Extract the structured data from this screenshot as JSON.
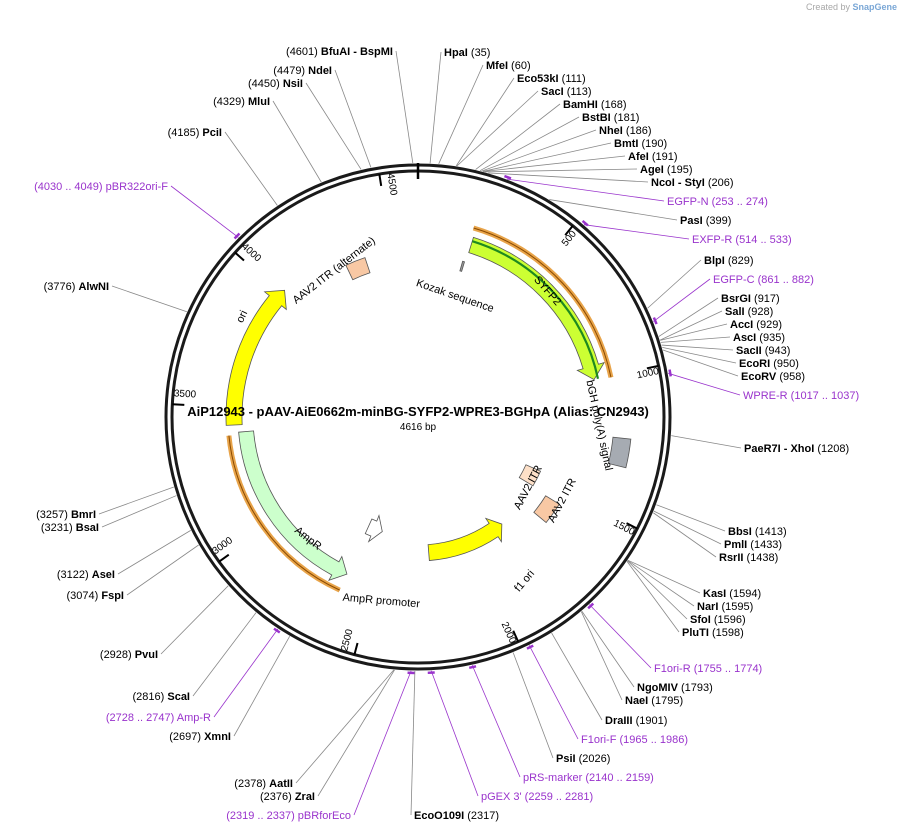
{
  "credit": {
    "prefix": "Created by",
    "brand": "SnapGene"
  },
  "plasmid": {
    "title": "AiP12943 - pAAV-AiE0662m-minBG-SYFP2-WPRE3-BGHpA (Alias: CN2943)",
    "size_label": "4616 bp",
    "length": 4616
  },
  "ticks": [
    "500",
    "1000",
    "1500",
    "2000",
    "2500",
    "3000",
    "3500",
    "4000",
    "4500"
  ],
  "sites": [
    {
      "name": "HpaI",
      "pos": "(35)",
      "bp": 35,
      "kind": "enzyme"
    },
    {
      "name": "MfeI",
      "pos": "(60)",
      "bp": 60,
      "kind": "enzyme"
    },
    {
      "name": "Eco53kI",
      "pos": "(111)",
      "bp": 111,
      "kind": "enzyme"
    },
    {
      "name": "SacI",
      "pos": "(113)",
      "bp": 113,
      "kind": "enzyme"
    },
    {
      "name": "BamHI",
      "pos": "(168)",
      "bp": 168,
      "kind": "enzyme"
    },
    {
      "name": "BstBI",
      "pos": "(181)",
      "bp": 181,
      "kind": "enzyme"
    },
    {
      "name": "NheI",
      "pos": "(186)",
      "bp": 186,
      "kind": "enzyme"
    },
    {
      "name": "BmtI",
      "pos": "(190)",
      "bp": 190,
      "kind": "enzyme"
    },
    {
      "name": "AfeI",
      "pos": "(191)",
      "bp": 191,
      "kind": "enzyme"
    },
    {
      "name": "AgeI",
      "pos": "(195)",
      "bp": 195,
      "kind": "enzyme"
    },
    {
      "name": "NcoI  -  StyI",
      "pos": "(206)",
      "bp": 206,
      "kind": "enzyme"
    },
    {
      "name": "EGFP-N",
      "pos": "(253 .. 274)",
      "bp": 263,
      "kind": "primer"
    },
    {
      "name": "PasI",
      "pos": "(399)",
      "bp": 399,
      "kind": "enzyme"
    },
    {
      "name": "EXFP-R",
      "pos": "(514 .. 533)",
      "bp": 523,
      "kind": "primer"
    },
    {
      "name": "BlpI",
      "pos": "(829)",
      "bp": 829,
      "kind": "enzyme"
    },
    {
      "name": "EGFP-C",
      "pos": "(861 .. 882)",
      "bp": 871,
      "kind": "primer"
    },
    {
      "name": "BsrGI",
      "pos": "(917)",
      "bp": 917,
      "kind": "enzyme"
    },
    {
      "name": "SalI",
      "pos": "(928)",
      "bp": 928,
      "kind": "enzyme"
    },
    {
      "name": "AccI",
      "pos": "(929)",
      "bp": 929,
      "kind": "enzyme"
    },
    {
      "name": "AscI",
      "pos": "(935)",
      "bp": 935,
      "kind": "enzyme"
    },
    {
      "name": "SacII",
      "pos": "(943)",
      "bp": 943,
      "kind": "enzyme"
    },
    {
      "name": "EcoRI",
      "pos": "(950)",
      "bp": 950,
      "kind": "enzyme"
    },
    {
      "name": "EcoRV",
      "pos": "(958)",
      "bp": 958,
      "kind": "enzyme"
    },
    {
      "name": "WPRE-R",
      "pos": "(1017 .. 1037)",
      "bp": 1027,
      "kind": "primer"
    },
    {
      "name": "PaeR7I  -  XhoI",
      "pos": "(1208)",
      "bp": 1208,
      "kind": "enzyme"
    },
    {
      "name": "BbsI",
      "pos": "(1413)",
      "bp": 1413,
      "kind": "enzyme"
    },
    {
      "name": "PmlI",
      "pos": "(1433)",
      "bp": 1433,
      "kind": "enzyme"
    },
    {
      "name": "RsrII",
      "pos": "(1438)",
      "bp": 1438,
      "kind": "enzyme"
    },
    {
      "name": "KasI",
      "pos": "(1594)",
      "bp": 1594,
      "kind": "enzyme"
    },
    {
      "name": "NarI",
      "pos": "(1595)",
      "bp": 1595,
      "kind": "enzyme"
    },
    {
      "name": "SfoI",
      "pos": "(1596)",
      "bp": 1596,
      "kind": "enzyme"
    },
    {
      "name": "PluTI",
      "pos": "(1598)",
      "bp": 1598,
      "kind": "enzyme"
    },
    {
      "name": "F1ori-R",
      "pos": "(1755 .. 1774)",
      "bp": 1764,
      "kind": "primer"
    },
    {
      "name": "NgoMIV",
      "pos": "(1793)",
      "bp": 1793,
      "kind": "enzyme"
    },
    {
      "name": "NaeI",
      "pos": "(1795)",
      "bp": 1795,
      "kind": "enzyme"
    },
    {
      "name": "DraIII",
      "pos": "(1901)",
      "bp": 1901,
      "kind": "enzyme"
    },
    {
      "name": "F1ori-F",
      "pos": "(1965 .. 1986)",
      "bp": 1975,
      "kind": "primer"
    },
    {
      "name": "PsiI",
      "pos": "(2026)",
      "bp": 2026,
      "kind": "enzyme"
    },
    {
      "name": "pRS-marker",
      "pos": "(2140 .. 2159)",
      "bp": 2150,
      "kind": "primer"
    },
    {
      "name": "pGEX 3'",
      "pos": "(2259 .. 2281)",
      "bp": 2270,
      "kind": "primer"
    },
    {
      "name": "EcoO109I",
      "pos": "(2317)",
      "bp": 2317,
      "kind": "enzyme"
    },
    {
      "name": "pBRforEco",
      "pos": "(2319 .. 2337)",
      "bp": 2328,
      "kind": "primer"
    },
    {
      "name": "ZraI",
      "pos": "(2376)",
      "bp": 2376,
      "kind": "enzyme"
    },
    {
      "name": "AatII",
      "pos": "(2378)",
      "bp": 2378,
      "kind": "enzyme"
    },
    {
      "name": "XmnI",
      "pos": "(2697)",
      "bp": 2697,
      "kind": "enzyme"
    },
    {
      "name": "Amp-R",
      "pos": "(2728 .. 2747)",
      "bp": 2737,
      "kind": "primer"
    },
    {
      "name": "ScaI",
      "pos": "(2816)",
      "bp": 2816,
      "kind": "enzyme"
    },
    {
      "name": "PvuI",
      "pos": "(2928)",
      "bp": 2928,
      "kind": "enzyme"
    },
    {
      "name": "FspI",
      "pos": "(3074)",
      "bp": 3074,
      "kind": "enzyme"
    },
    {
      "name": "AseI",
      "pos": "(3122)",
      "bp": 3122,
      "kind": "enzyme"
    },
    {
      "name": "BsaI",
      "pos": "(3231)",
      "bp": 3231,
      "kind": "enzyme"
    },
    {
      "name": "BmrI",
      "pos": "(3257)",
      "bp": 3257,
      "kind": "enzyme"
    },
    {
      "name": "AlwNI",
      "pos": "(3776)",
      "bp": 3776,
      "kind": "enzyme"
    },
    {
      "name": "pBR322ori-F",
      "pos": "(4030 .. 4049)",
      "bp": 4039,
      "kind": "primer"
    },
    {
      "name": "PciI",
      "pos": "(4185)",
      "bp": 4185,
      "kind": "enzyme"
    },
    {
      "name": "MluI",
      "pos": "(4329)",
      "bp": 4329,
      "kind": "enzyme"
    },
    {
      "name": "NsiI",
      "pos": "(4450)",
      "bp": 4450,
      "kind": "enzyme"
    },
    {
      "name": "NdeI",
      "pos": "(4479)",
      "bp": 4479,
      "kind": "enzyme"
    },
    {
      "name": "BfuAI  -  BspMI",
      "pos": "(4601)",
      "bp": 4601,
      "kind": "enzyme"
    }
  ],
  "features": [
    {
      "name": "SYFP2",
      "color": "#ccff33"
    },
    {
      "name": "Kozak sequence",
      "color": "#999999"
    },
    {
      "name": "bGH poly(A) signal",
      "color": "#a6abb2"
    },
    {
      "name": "AAV2 ITR",
      "color": "#f8c8a4"
    },
    {
      "name": "AAV2 ITR",
      "color": "#fde0c8"
    },
    {
      "name": "f1 ori",
      "color": "#ffff00"
    },
    {
      "name": "AmpR promoter",
      "color": "#ffffff"
    },
    {
      "name": "AmpR",
      "color": "#ccffcc"
    },
    {
      "name": "ori",
      "color": "#ffff00"
    },
    {
      "name": "AAV2 ITR (alternate)",
      "color": "#f8c8a4"
    }
  ],
  "colors": {
    "enzyme": "#000000",
    "primer": "#9933cc",
    "backbone": "#1a1a1a",
    "orange_band": "#e8a44a",
    "green_band": "#1f8a1f"
  }
}
